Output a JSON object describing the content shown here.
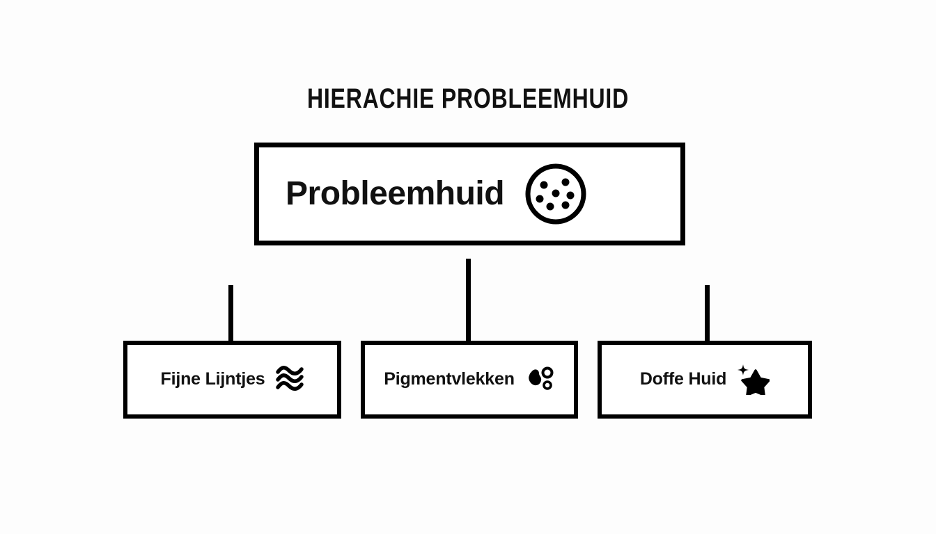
{
  "diagram": {
    "title": "HIERACHIE PROBLEEMHUID",
    "type": "hierarchy-tree",
    "background_color": "#fdfdfd",
    "line_color": "#000000",
    "text_color": "#111111",
    "root": {
      "label": "Probleemhuid",
      "icon": "dotted-circle-icon"
    },
    "children": [
      {
        "label": "Fijne Lijntjes",
        "icon": "wavy-lines-icon"
      },
      {
        "label": "Pigmentvlekken",
        "icon": "pigment-spots-icon"
      },
      {
        "label": "Doffe Huid",
        "icon": "star-sparkle-icon"
      }
    ]
  }
}
